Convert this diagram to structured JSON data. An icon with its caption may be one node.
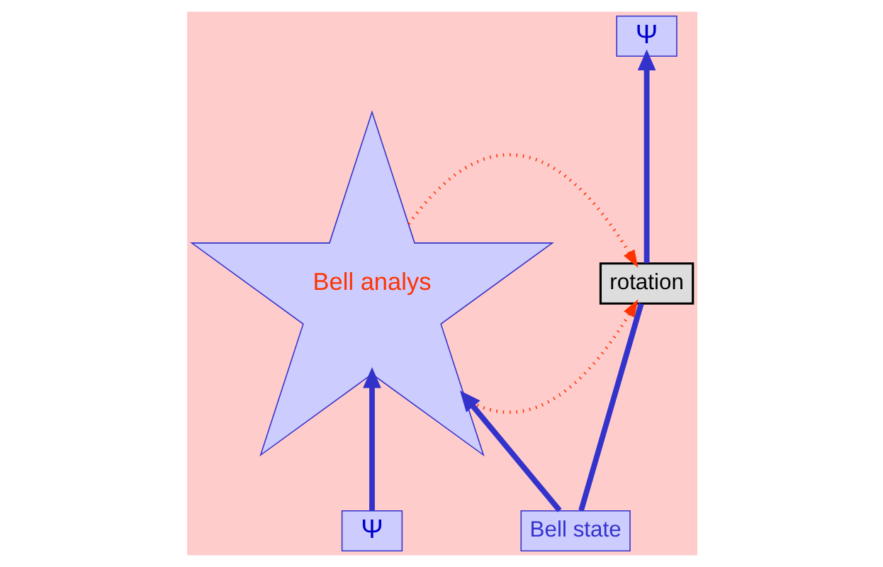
{
  "diagram": {
    "nodes": [
      {
        "text": [
          "Bell analys"
        ]
      },
      {
        "text": [
          "Ψ"
        ]
      },
      {
        "text": [
          "Ψ"
        ]
      },
      {
        "text": [
          "rotation"
        ]
      },
      {
        "text": [
          "Bell state"
        ]
      }
    ],
    "edges": [
      {
        "from": 1,
        "to": 0,
        "arrow": "to"
      },
      {
        "from": 4,
        "to": 0,
        "arrow": "to"
      },
      {
        "from": 4,
        "to": 3,
        "arrow": "none"
      },
      {
        "from": 3,
        "to": 2,
        "arrow": "to"
      },
      {
        "from": 0,
        "to": 3,
        "arrow": "to",
        "style": "dashed",
        "color": "#ff3300"
      },
      {
        "from": 0,
        "to": 3,
        "arrow": "to",
        "style": "dashed",
        "color": "#ff3300"
      }
    ]
  }
}
